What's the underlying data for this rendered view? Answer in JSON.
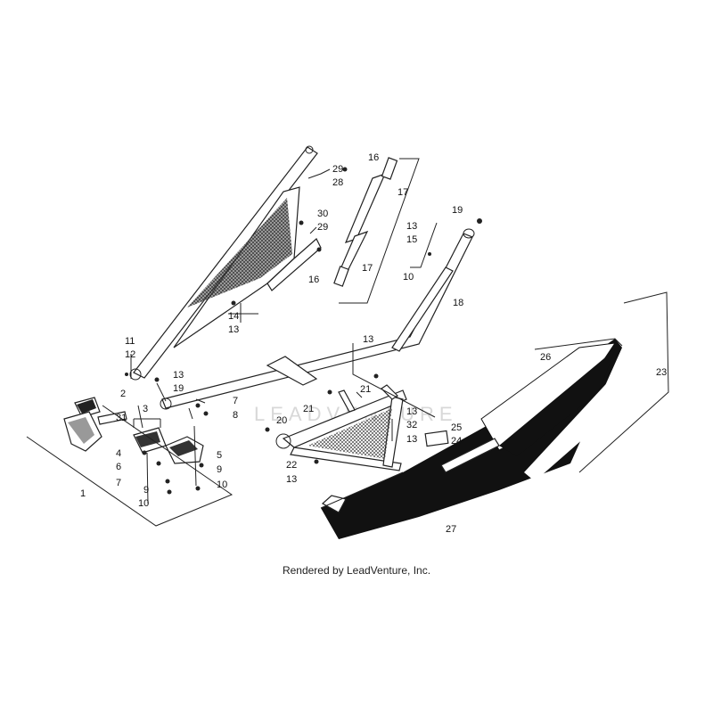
{
  "diagram": {
    "watermark": "LEADVENTURE",
    "credit": "Rendered by LeadVenture, Inc.",
    "callouts": [
      {
        "id": "c29a",
        "text": "29"
      },
      {
        "id": "c28",
        "text": "28"
      },
      {
        "id": "c16a",
        "text": "16"
      },
      {
        "id": "c17a",
        "text": "17"
      },
      {
        "id": "c30",
        "text": "30"
      },
      {
        "id": "c29b",
        "text": "29"
      },
      {
        "id": "c17b",
        "text": "17"
      },
      {
        "id": "c16b",
        "text": "16"
      },
      {
        "id": "c19a",
        "text": "19"
      },
      {
        "id": "c13a",
        "text": "13"
      },
      {
        "id": "c15",
        "text": "15"
      },
      {
        "id": "c10a",
        "text": "10"
      },
      {
        "id": "c18",
        "text": "18"
      },
      {
        "id": "c14",
        "text": "14"
      },
      {
        "id": "c13b",
        "text": "13"
      },
      {
        "id": "c11",
        "text": "11"
      },
      {
        "id": "c12",
        "text": "12"
      },
      {
        "id": "c13c",
        "text": "13"
      },
      {
        "id": "c13d",
        "text": "13"
      },
      {
        "id": "c19b",
        "text": "19"
      },
      {
        "id": "c2",
        "text": "2"
      },
      {
        "id": "c3",
        "text": "3"
      },
      {
        "id": "c31",
        "text": "31"
      },
      {
        "id": "c7a",
        "text": "7"
      },
      {
        "id": "c8",
        "text": "8"
      },
      {
        "id": "c21a",
        "text": "21"
      },
      {
        "id": "c21b",
        "text": "21"
      },
      {
        "id": "c20",
        "text": "20"
      },
      {
        "id": "c13e",
        "text": "13"
      },
      {
        "id": "c32",
        "text": "32"
      },
      {
        "id": "c13f",
        "text": "13"
      },
      {
        "id": "c25",
        "text": "25"
      },
      {
        "id": "c24",
        "text": "24"
      },
      {
        "id": "c26",
        "text": "26"
      },
      {
        "id": "c23",
        "text": "23"
      },
      {
        "id": "c4",
        "text": "4"
      },
      {
        "id": "c6",
        "text": "6"
      },
      {
        "id": "c7b",
        "text": "7"
      },
      {
        "id": "c5",
        "text": "5"
      },
      {
        "id": "c9a",
        "text": "9"
      },
      {
        "id": "c9b",
        "text": "9"
      },
      {
        "id": "c10b",
        "text": "10"
      },
      {
        "id": "c10c",
        "text": "10"
      },
      {
        "id": "c1",
        "text": "1"
      },
      {
        "id": "c22",
        "text": "22"
      },
      {
        "id": "c13g",
        "text": "13"
      },
      {
        "id": "c27",
        "text": "27"
      }
    ]
  }
}
